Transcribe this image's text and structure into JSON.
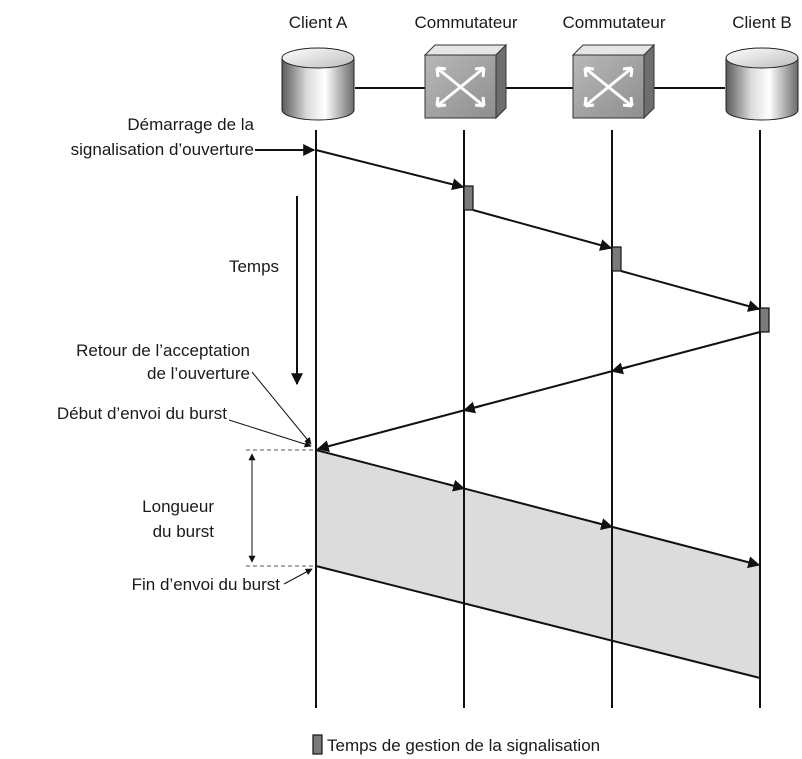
{
  "nodes": {
    "client_a": "Client A",
    "switch_1": "Commutateur",
    "switch_2": "Commutateur",
    "client_b": "Client B"
  },
  "labels": {
    "start_signaling_line1": "Démarrage de la",
    "start_signaling_line2": "signalisation d’ouverture",
    "time": "Temps",
    "ack_line1": "Retour de l’acceptation",
    "ack_line2": "de l’ouverture",
    "burst_start": "Début d’envoi du burst",
    "burst_length_line1": "Longueur",
    "burst_length_line2": "du burst",
    "burst_end": "Fin d’envoi du burst"
  },
  "legend": {
    "processing_time": "Temps de gestion de la signalisation"
  },
  "colors": {
    "line": "#111111",
    "burst_fill": "#dcdcdc",
    "processing_box": "#7a7a7a"
  }
}
